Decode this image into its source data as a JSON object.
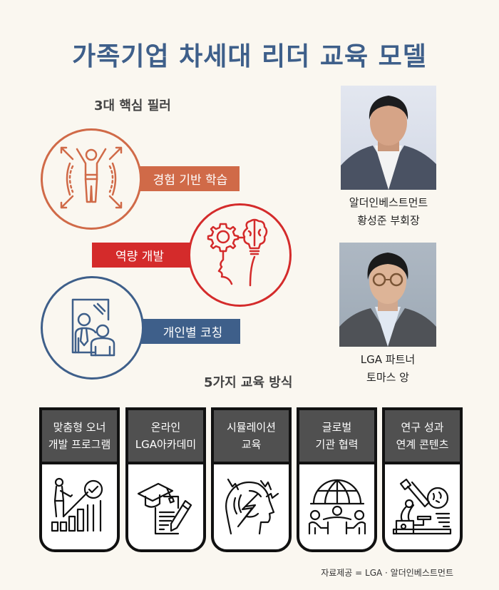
{
  "title": "가족기업 차세대 리더 교육 모델",
  "pillars_section": {
    "heading": "3대 핵심 필러",
    "items": [
      {
        "label": "경험 기반 학습",
        "color": "#D06A48",
        "icon": "person-stretch-arrows-icon"
      },
      {
        "label": "역량 개발",
        "color": "#D42B2B",
        "icon": "head-gear-brain-icon"
      },
      {
        "label": "개인별 코칭",
        "color": "#3E5F8A",
        "icon": "mirror-coaching-icon"
      }
    ]
  },
  "people": [
    {
      "line1": "알더인베스트먼트",
      "line2": "황성준 부회장",
      "photo_bg": "#DCE1EC"
    },
    {
      "line1": "LGA 파트너",
      "line2": "토마스 앙",
      "photo_bg": "#A9B4BF"
    }
  ],
  "methods_section": {
    "heading": "5가지 교육 방식",
    "cards": [
      {
        "line1": "맞춤형 오너",
        "line2": "개발 프로그램",
        "icon": "growth-chart-person-icon"
      },
      {
        "line1": "온라인",
        "line2": "LGA아카데미",
        "icon": "graduation-document-pen-icon"
      },
      {
        "line1": "시뮬레이션",
        "line2": "교육",
        "icon": "head-lightning-icon"
      },
      {
        "line1": "글로벌",
        "line2": "기관 협력",
        "icon": "globe-meeting-icon"
      },
      {
        "line1": "연구 성과",
        "line2": "연계 콘텐츠",
        "icon": "microscope-icon"
      }
    ]
  },
  "source": "자료제공 = LGA · 알더인베스트먼트",
  "colors": {
    "background": "#FAF7F0",
    "title": "#3E5F8A",
    "card_header": "#505050",
    "card_border": "#111111"
  }
}
